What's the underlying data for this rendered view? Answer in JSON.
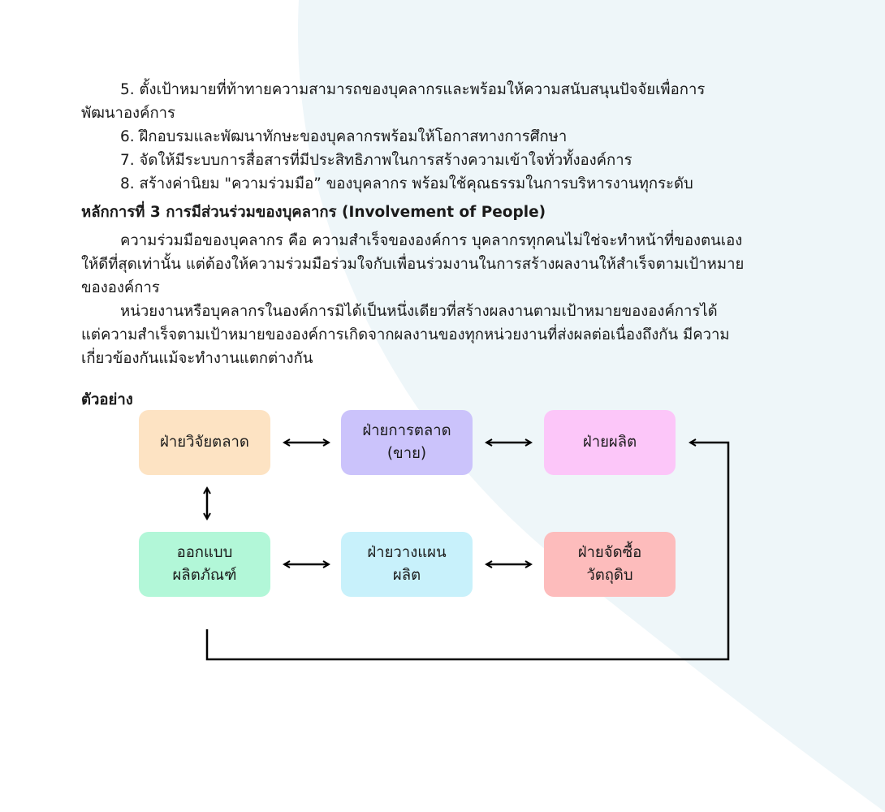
{
  "colors": {
    "background_shape": "#eef6f9",
    "box_market_research": "#fde3c3",
    "box_marketing": "#cbc3fb",
    "box_production": "#fcc6f9",
    "box_product_design": "#b2f7d8",
    "box_production_planning": "#c8f1fb",
    "box_purchasing": "#fdbcbc",
    "connector": "#000000"
  },
  "text": {
    "item5_line1": "5. ตั้งเป้าหมายที่ท้าทายความสามารถของบุคลากรและพร้อมให้ความสนับสนุนปัจจัยเพื่อการ",
    "item5_line2": "พัฒนาองค์การ",
    "item6": "6. ฝึกอบรมและพัฒนาทักษะของบุคลากรพร้อมให้โอกาสทางการศึกษา",
    "item7": "7. จัดให้มีระบบการสื่อสารที่มีประสิทธิภาพในการสร้างความเข้าใจทั่วทั้งองค์การ",
    "item8": "8. สร้างค่านิยม \"ความร่วมมือ” ของบุคลากร พร้อมใช้คุณธรรมในการบริหารงานทุกระดับ",
    "heading": "หลักการที่ 3 การมีส่วนร่วมของบุคลากร (Involvement of People)",
    "para1_line1": "ความร่วมมือของบุคลากร คือ ความสำเร็จขององค์การ บุคลากรทุกคนไม่ใช่จะทำหน้าที่ของตนเอง",
    "para1_line2": "ให้ดีที่สุดเท่านั้น แต่ต้องให้ความร่วมมือร่วมใจกับเพื่อนร่วมงานในการสร้างผลงานให้สำเร็จตามเป้าหมาย",
    "para1_line3": "ขององค์การ",
    "para2_line1": "หน่วยงานหรือบุคลากรในองค์การมิได้เป็นหนึ่งเดียวที่สร้างผลงานตามเป้าหมายขององค์การได้",
    "para2_line2": "แต่ความสำเร็จตามเป้าหมายขององค์การเกิดจากผลงานของทุกหน่วยงานที่ส่งผลต่อเนื่องถึงกัน มีความ",
    "para2_line3": "เกี่ยวข้องกันแม้จะทำงานแตกต่างกัน",
    "example_label": "ตัวอย่าง"
  },
  "diagram": {
    "boxes": [
      {
        "id": "market-research",
        "lines": [
          "ฝ่ายวิจัยตลาด"
        ]
      },
      {
        "id": "marketing",
        "lines": [
          "ฝ่ายการตลาด",
          "(ขาย)"
        ]
      },
      {
        "id": "production",
        "lines": [
          "ฝ่ายผลิต"
        ]
      },
      {
        "id": "product-design",
        "lines": [
          "ออกแบบ",
          "ผลิตภัณฑ์"
        ]
      },
      {
        "id": "production-planning",
        "lines": [
          "ฝ่ายวางแผน",
          "ผลิต"
        ]
      },
      {
        "id": "purchasing",
        "lines": [
          "ฝ่ายจัดซื้อ",
          "วัตถุดิบ"
        ]
      }
    ]
  }
}
